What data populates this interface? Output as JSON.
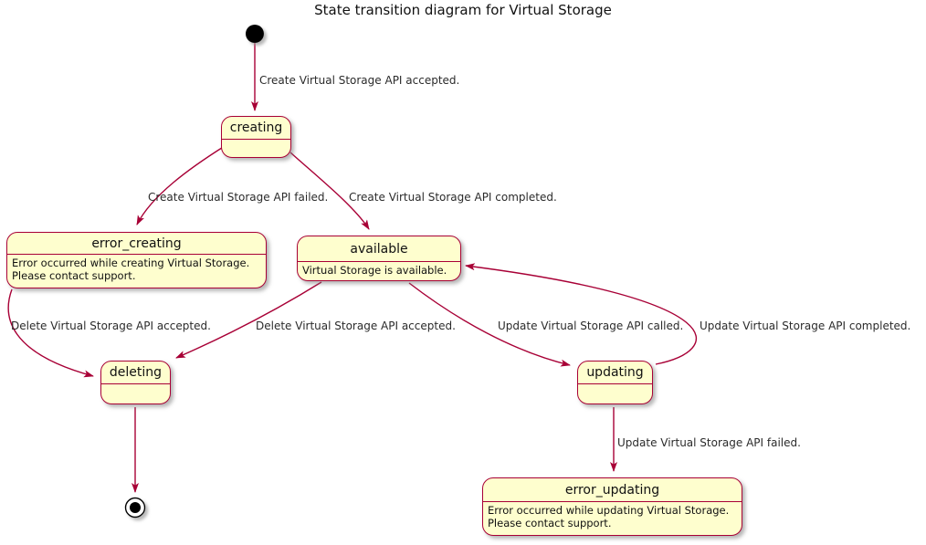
{
  "title": "State transition diagram for Virtual Storage",
  "colors": {
    "state_fill": "#FEFECE",
    "state_border": "#A80036",
    "arrow": "#A80036",
    "text": "#111111"
  },
  "states": {
    "creating": {
      "name": "creating"
    },
    "error_creating": {
      "name": "error_creating",
      "description_lines": [
        "Error occurred while creating Virtual Storage.",
        "Please contact support."
      ]
    },
    "available": {
      "name": "available",
      "description": "Virtual Storage is available."
    },
    "deleting": {
      "name": "deleting"
    },
    "updating": {
      "name": "updating"
    },
    "error_updating": {
      "name": "error_updating",
      "description_lines": [
        "Error occurred while updating Virtual Storage.",
        "Please contact support."
      ]
    }
  },
  "transitions": {
    "initial_to_creating": "Create Virtual Storage API accepted.",
    "creating_to_error_creating": "Create Virtual Storage API failed.",
    "creating_to_available": "Create Virtual Storage API completed.",
    "error_creating_to_deleting": "Delete Virtual Storage API accepted.",
    "available_to_deleting": "Delete Virtual Storage API accepted.",
    "available_to_updating": "Update Virtual Storage API called.",
    "updating_to_available": "Update Virtual Storage API completed.",
    "updating_to_error_updating": "Update Virtual Storage API failed."
  }
}
